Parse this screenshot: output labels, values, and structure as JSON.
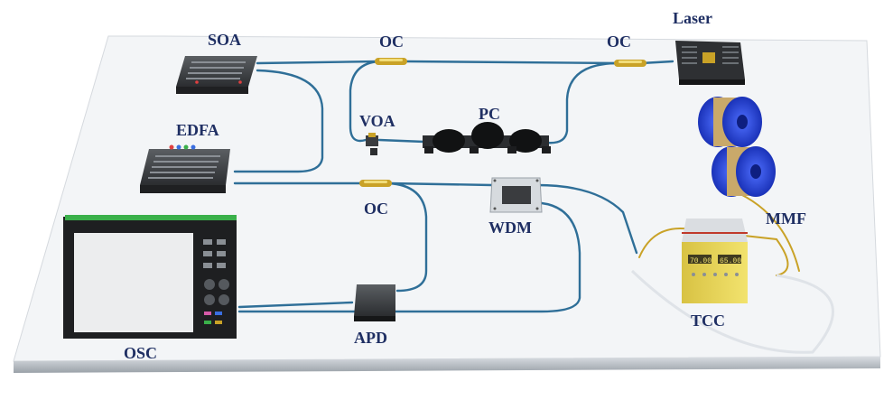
{
  "labels": {
    "soa": "SOA",
    "oc_top_left": "OC",
    "oc_top_right": "OC",
    "laser": "Laser",
    "edfa": "EDFA",
    "voa": "VOA",
    "pc": "PC",
    "oc_middle": "OC",
    "wdm": "WDM",
    "mmf": "MMF",
    "osc": "OSC",
    "apd": "APD",
    "tcc": "TCC"
  },
  "tcc_display": {
    "left": "70.00",
    "right": "65.00"
  },
  "colors": {
    "label": "#1f2f63",
    "fiber": "#2f6f98",
    "board": "#f2f4f6",
    "coupler": "#c9a227",
    "spool": "#1f3fd6",
    "tcc_body": "#e9d65a"
  }
}
